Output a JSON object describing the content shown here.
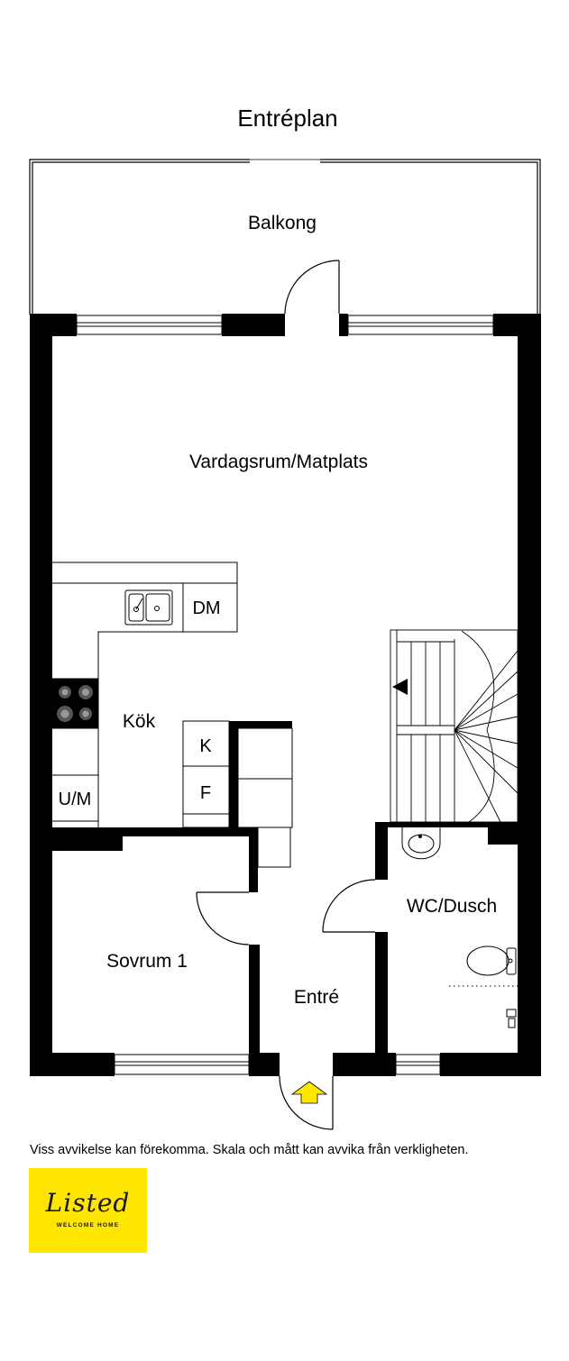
{
  "plan": {
    "title": "Entréplan",
    "rooms": {
      "balcony": "Balkong",
      "living": "Vardagsrum/Matplats",
      "kitchen": "Kök",
      "bedroom": "Sovrum 1",
      "hall": "Entré",
      "bathroom": "WC/Dusch"
    },
    "appliances": {
      "dishwasher": "DM",
      "fridge": "K",
      "freezer": "F",
      "oven": "U/M"
    }
  },
  "footer": {
    "disclaimer": "Viss avvikelse kan förekomma. Skala och mått kan avvika från verkligheten.",
    "logo": {
      "name": "Listed",
      "tagline": "WELCOME HOME",
      "background": "#ffe600"
    }
  },
  "colors": {
    "wall": "#000000",
    "entry_arrow": "#ffe600"
  }
}
